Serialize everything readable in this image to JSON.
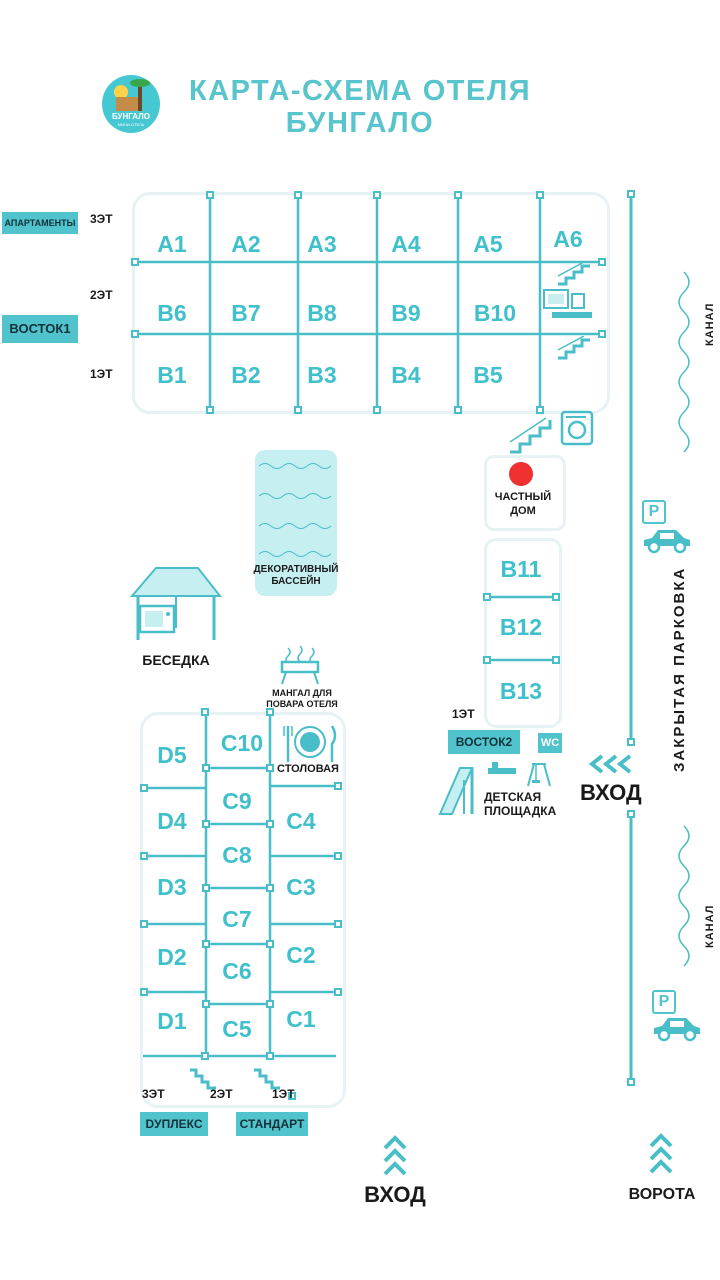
{
  "title": {
    "line1": "КАРТА-СХЕМА ОТЕЛЯ",
    "line2": "БУНГАЛО"
  },
  "logo": {
    "text": "БУНГАЛО",
    "sub": "МИНИ-ОТЕЛЬ"
  },
  "buildings": {
    "vostok1": {
      "labels": {
        "apartments": "АПАРТАМЕНТЫ",
        "vostok1": "ВОСТОК1"
      },
      "floors": {
        "f3": "3ЭТ",
        "f2": "2ЭТ",
        "f1": "1ЭТ"
      },
      "row_a": [
        "A1",
        "A2",
        "A3",
        "A4",
        "A5",
        "A6"
      ],
      "row_b_upper": [
        "B6",
        "B7",
        "B8",
        "B9",
        "B10"
      ],
      "row_b_lower": [
        "B1",
        "B2",
        "B3",
        "B4",
        "B5"
      ]
    },
    "private_house": {
      "line1": "ЧАСТНЫЙ",
      "line2": "ДОМ"
    },
    "vostok2": {
      "rooms": [
        "B11",
        "B12",
        "B13"
      ],
      "floor": "1ЭТ",
      "label": "ВОСТОК2",
      "wc": "WC"
    },
    "duplex": {
      "rooms_d": [
        "D5",
        "D4",
        "D3",
        "D2",
        "D1"
      ],
      "rooms_c_mid": [
        "C10",
        "C9",
        "C8",
        "C7",
        "C6",
        "C5"
      ],
      "rooms_c_right": [
        "C4",
        "C3",
        "C2",
        "C1"
      ],
      "floors": {
        "f3": "3ЭТ",
        "f2": "2ЭТ",
        "f1": "1ЭТ"
      },
      "labels": {
        "duplex": "DУПЛЕКС",
        "standard": "СТАНДАРТ"
      }
    }
  },
  "features": {
    "pool": {
      "line1": "ДЕКОРАТИВНЫЙ",
      "line2": "БАССЕЙН"
    },
    "gazebo": "БЕСЕДКА",
    "grill": {
      "line1": "МАНГАЛ ДЛЯ",
      "line2": "ПОВАРА ОТЕЛЯ"
    },
    "dining": "СТОЛОВАЯ",
    "playground": {
      "line1": "ДЕТСКАЯ",
      "line2": "ПЛОЩАДКА"
    },
    "parking": "ЗАКРЫТАЯ  ПАРКОВКА",
    "parking_sign": "P",
    "canal": "КАНАЛ"
  },
  "entrances": {
    "side": "ВХОД",
    "bottom": "ВХОД",
    "gate": "ВОРОТА"
  },
  "colors": {
    "accent": "#50c3cc",
    "accent_dark": "#3fc0cb",
    "marker": "#ee3030"
  }
}
